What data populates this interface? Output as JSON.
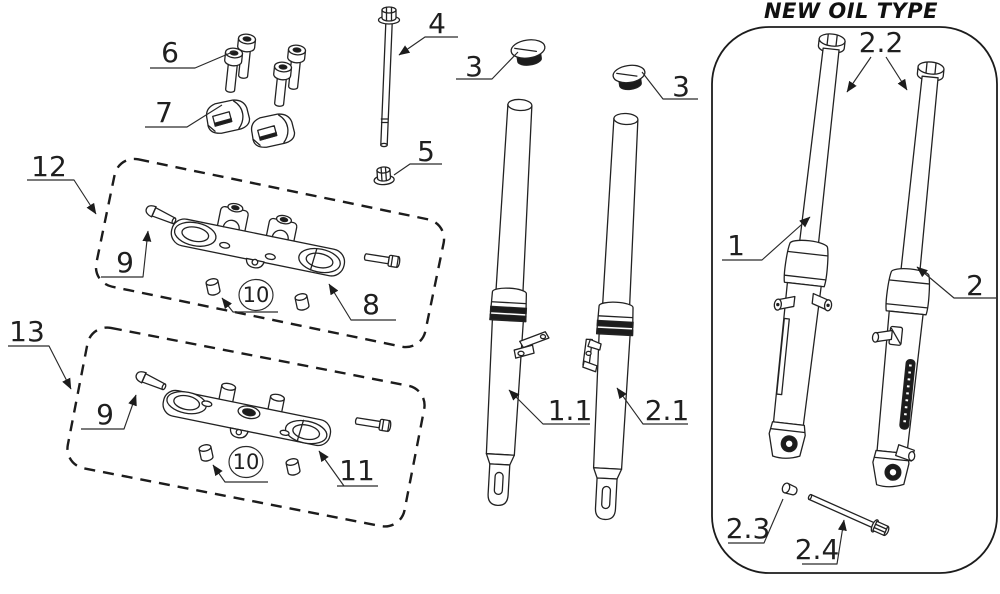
{
  "diagram": {
    "title": "NEW OIL TYPE",
    "colors": {
      "background": "#ffffff",
      "line": "#222222",
      "text": "#1f1f1f"
    },
    "callouts": {
      "c6": "6",
      "c7": "7",
      "c4": "4",
      "c5": "5",
      "c3_left": "3",
      "c3_right": "3",
      "c12": "12",
      "c9_upper": "9",
      "c8": "8",
      "c10_upper": "10",
      "c13": "13",
      "c9_lower": "9",
      "c10_lower": "10",
      "c11": "11",
      "c1_1": "1.1",
      "c2_1": "2.1",
      "c1": "1",
      "c2": "2",
      "c2_2": "2.2",
      "c2_3": "2.3",
      "c2_4": "2.4"
    }
  }
}
